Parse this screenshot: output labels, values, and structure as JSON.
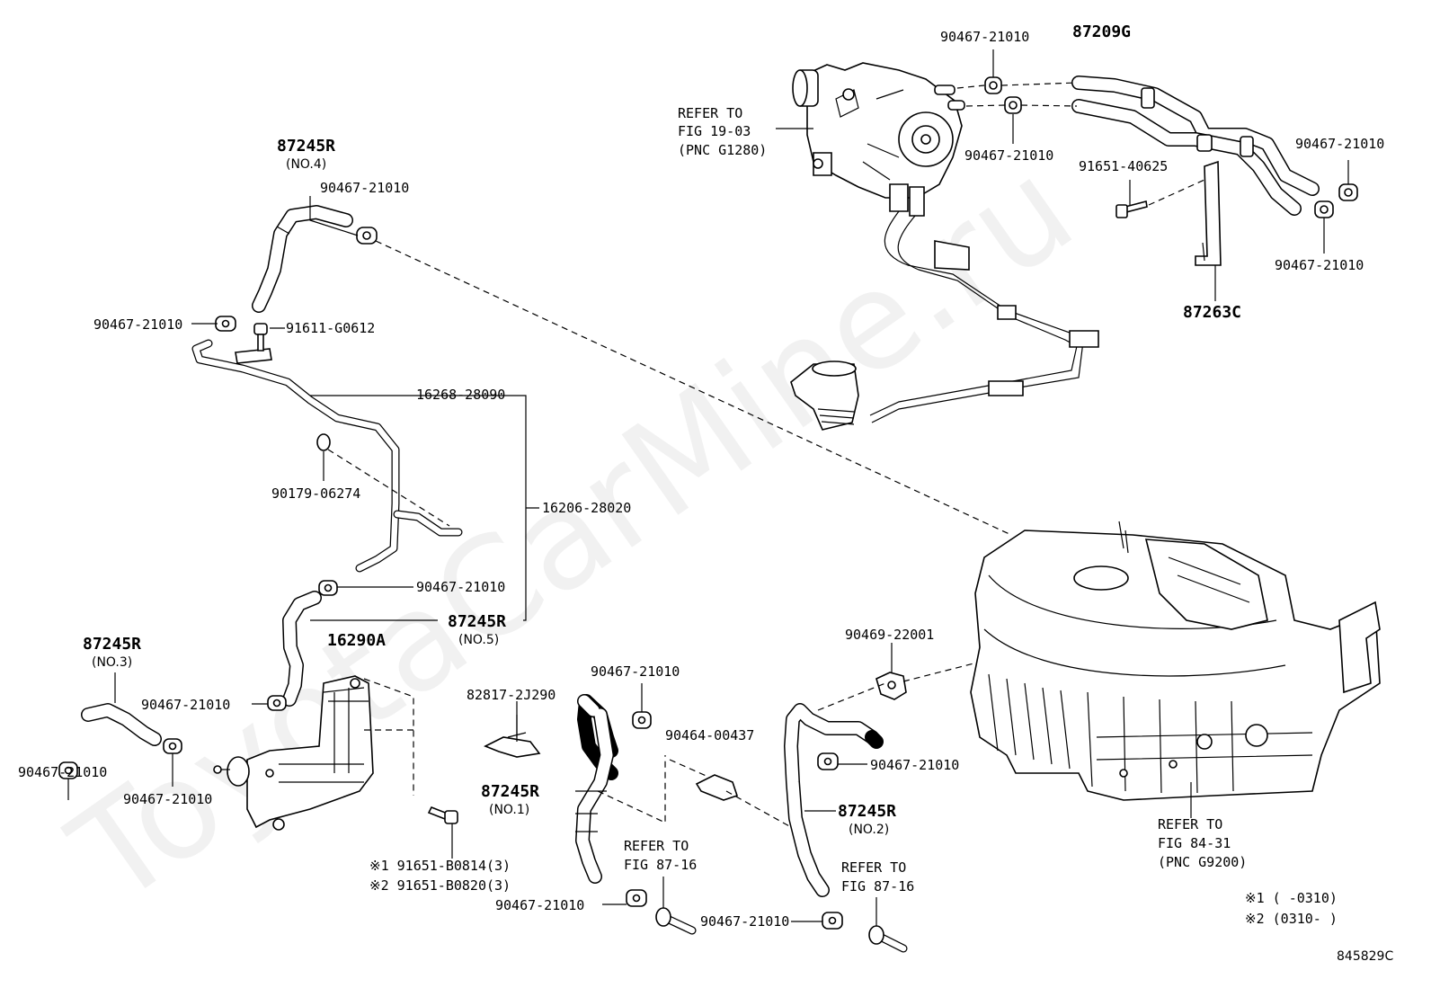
{
  "watermark": "ToyotaCarMine.ru",
  "diagram_code": "845829C",
  "refs": {
    "fig1903": [
      "REFER TO",
      "FIG 19-03",
      "(PNC G1280)"
    ],
    "fig8431": [
      "REFER TO",
      "FIG 84-31",
      "(PNC G9200)"
    ],
    "fig8716a": [
      "REFER TO",
      "FIG 87-16"
    ],
    "fig8716b": [
      "REFER TO",
      "FIG 87-16"
    ]
  },
  "parts": {
    "p87209g": "87209G",
    "p87263c": "87263C",
    "p91651_40625": "91651-40625",
    "clamp_top1": "90467-21010",
    "clamp_top2": "90467-21010",
    "clamp_top3": "90467-21010",
    "clamp_top4": "90467-21010",
    "hose_no4": "87245R",
    "hose_no4_sub": "(NO.4)",
    "clamp_no4": "90467-21010",
    "clamp_left": "90467-21010",
    "bolt_91611": "91611-G0612",
    "pipe_16268": "16268-28090",
    "pipe_16206": "16206-28020",
    "clip_90179": "90179-06274",
    "clamp_mid": "90467-21010",
    "hose_no5": "87245R",
    "hose_no5_sub": "(NO.5)",
    "bracket_16290a": "16290A",
    "hose_no3": "87245R",
    "hose_no3_sub": "(NO.3)",
    "clamp_no3a": "90467-21010",
    "clamp_no3b": "90467-21010",
    "clamp_no3c": "90467-21010",
    "bolt_note1": "※1 91651-B0814(3)",
    "bolt_note2": "※2 91651-B0820(3)",
    "clip_82817": "82817-2J290",
    "clamp_no1top": "90467-21010",
    "hose_no1": "87245R",
    "hose_no1_sub": "(NO.1)",
    "clamp_no1bot": "90467-21010",
    "clamp_90464": "90464-00437",
    "clamp_90469": "90469-22001",
    "clamp_no2a": "90467-21010",
    "hose_no2": "87245R",
    "hose_no2_sub": "(NO.2)",
    "clamp_no2bot": "90467-21010"
  },
  "notes": {
    "n1": "※1 (     -0310)",
    "n2": "※2 (0310-     )"
  }
}
